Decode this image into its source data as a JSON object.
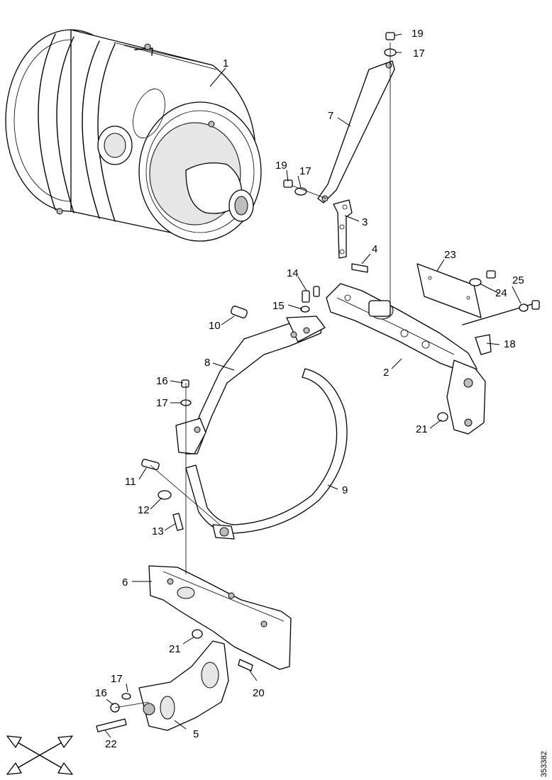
{
  "figure": {
    "doc_id": "353382"
  },
  "callouts": {
    "c1": "1",
    "c2": "2",
    "c3": "3",
    "c4": "4",
    "c5": "5",
    "c6": "6",
    "c7": "7",
    "c8": "8",
    "c9": "9",
    "c10": "10",
    "c11": "11",
    "c12": "12",
    "c13": "13",
    "c14": "14",
    "c15": "15",
    "c16a": "16",
    "c16b": "16",
    "c17a": "17",
    "c17b": "17",
    "c17c": "17",
    "c17d": "17",
    "c18": "18",
    "c19a": "19",
    "c19b": "19",
    "c20": "20",
    "c21a": "21",
    "c21b": "21",
    "c22": "22",
    "c23": "23",
    "c24": "24",
    "c25": "25"
  },
  "orientation_icon": "four-way-arrows-icon"
}
